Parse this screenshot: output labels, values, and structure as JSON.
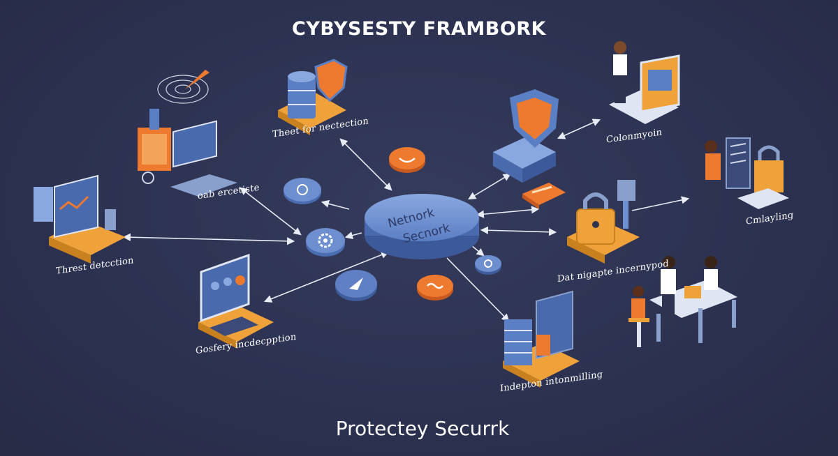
{
  "title": "CYBYSESTY FRAMBORK",
  "subtitle": "Protectey Securrk",
  "hub": {
    "line1": "Netnork",
    "line2": "Secnork"
  },
  "labels": {
    "threat_for_detection": "Theet for nectection",
    "oab_ercetiste": "oab ercetiste",
    "threat_detection": "Threst detcction",
    "gosfery_incdecpption": "Gosfery incdecpption",
    "indepton_intonmilling": "Indepton intonmilling",
    "dat_nigapte_incernypod": "Dat nigapte incernypod",
    "colonmyoin": "Colonmyoin",
    "cmlayling": "Cmlayling"
  },
  "colors": {
    "background": "#2e3350",
    "accent_orange": "#f0a23a",
    "accent_blue": "#5b7fc4",
    "arrow": "#e8ecf5"
  },
  "icons": [
    "radar-icon",
    "database-shield-icon",
    "shield-icon",
    "laptop-icon",
    "monitor-icon",
    "gear-icon",
    "lock-icon",
    "server-icon",
    "people-icon"
  ]
}
